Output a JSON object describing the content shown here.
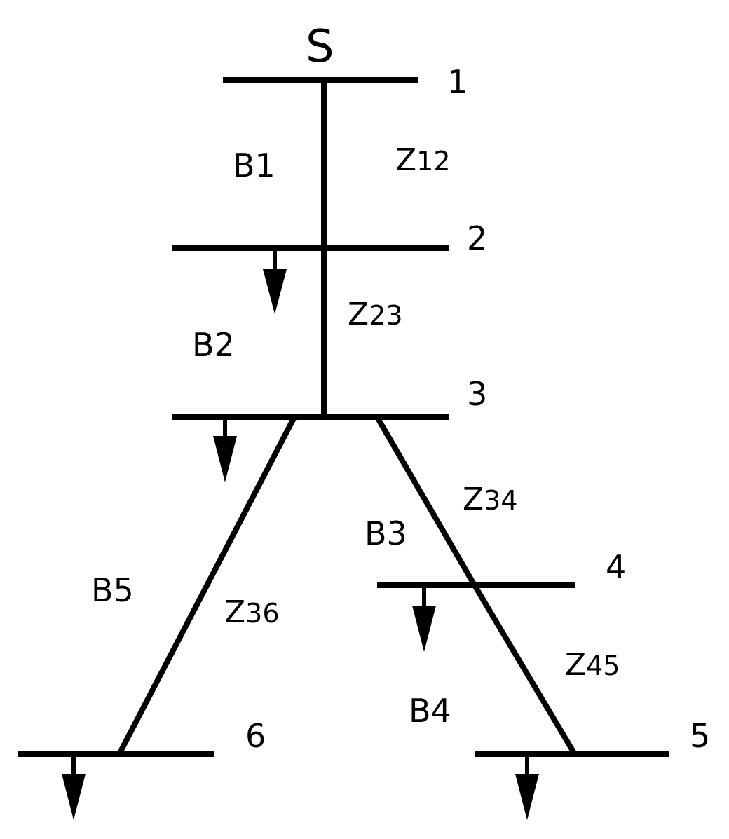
{
  "diagram": {
    "source_label": "S",
    "nodes": [
      "1",
      "2",
      "3",
      "4",
      "5",
      "6"
    ],
    "branches": [
      "B1",
      "B2",
      "B3",
      "B4",
      "B5"
    ],
    "impedances": [
      {
        "main": "Z",
        "sub": "12"
      },
      {
        "main": "Z",
        "sub": "23"
      },
      {
        "main": "Z",
        "sub": "34"
      },
      {
        "main": "Z",
        "sub": "45"
      },
      {
        "main": "Z",
        "sub": "36"
      }
    ],
    "colors": {
      "line": "#000000",
      "background": "#ffffff"
    }
  }
}
